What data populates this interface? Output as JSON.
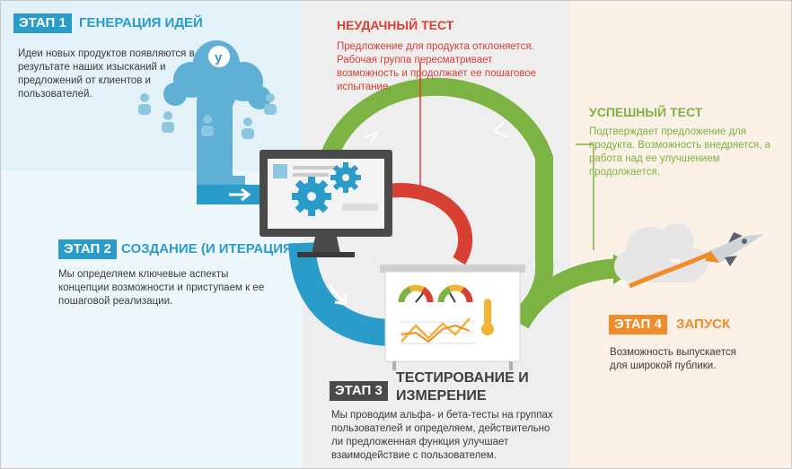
{
  "stage1": {
    "badge": "ЭТАП 1",
    "title": "ГЕНЕРАЦИЯ ИДЕЙ",
    "text": "Идеи новых продуктов появляются в результате наших изысканий и предложений от клиентов и пользователей."
  },
  "stage2": {
    "badge": "ЭТАП 2",
    "title": "СОЗДАНИЕ (И ИТЕРАЦИЯ)",
    "text": "Мы определяем ключевые аспекты концепции возможности и приступаем к ее пошаговой реализации."
  },
  "stage3": {
    "badge": "ЭТАП 3",
    "title": "ТЕСТИРОВАНИЕ И ИЗМЕРЕНИЕ",
    "text": "Мы проводим альфа- и бета-тесты на группах пользователей и определяем, действительно ли предложенная функция улучшает взаимодействие с пользователем."
  },
  "stage4": {
    "badge": "ЭТАП 4",
    "title": "ЗАПУСК",
    "text": "Возможность выпускается для широкой публики."
  },
  "failed_test": {
    "title": "НЕУДАЧНЫЙ ТЕСТ",
    "text": "Предложение для продукта отклоняется. Рабочая группа пересматривает возможность и продолжает ее пошаговое испытание."
  },
  "successful_test": {
    "title": "УСПЕШНЫЙ ТЕСТ",
    "text": "Подтверждает предложение для продукта. Возможность внедряется, а работа над ее улучшением продолжается."
  },
  "colors": {
    "blue": "#2a9cc9",
    "red": "#d84034",
    "green": "#7cb342",
    "orange": "#f08c2a",
    "dark": "#4a4a4a"
  },
  "icons": [
    "cloud-icon",
    "yammer-logo-icon",
    "user-icon",
    "monitor-icon",
    "gear-icon",
    "presentation-board-icon",
    "gauge-icon",
    "thermometer-icon",
    "line-chart-icon",
    "rocket-icon",
    "arrow-icon"
  ]
}
